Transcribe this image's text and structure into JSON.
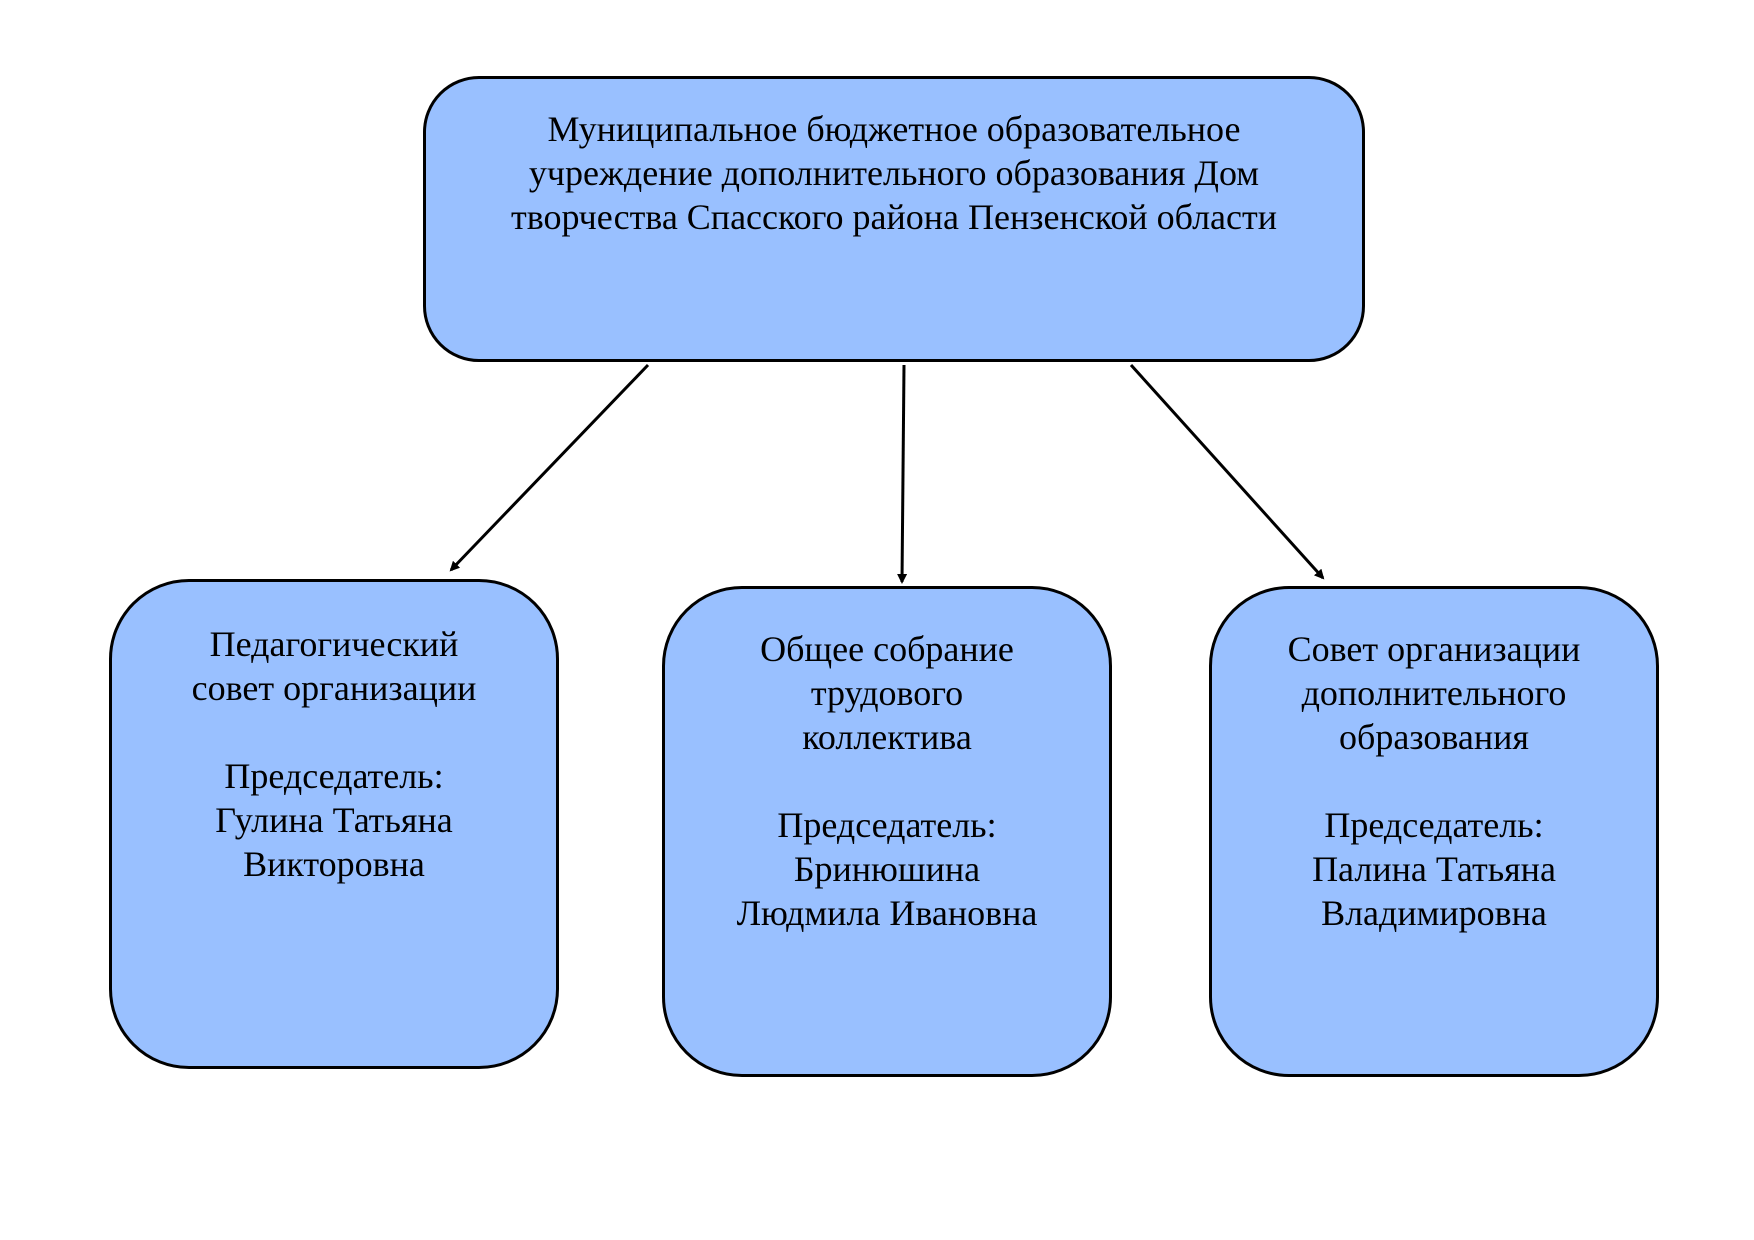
{
  "root": {
    "title": "Муниципальное бюджетное образовательное учреждение дополнительного образования Дом творчества Спасского района Пензенской области"
  },
  "children": [
    {
      "name_lines": [
        "Педагогический",
        "совет организации"
      ],
      "chair_label": "Председатель:",
      "chair_lines": [
        "Гулина Татьяна",
        "Викторовна"
      ]
    },
    {
      "name_lines": [
        "Общее собрание",
        "трудового",
        "коллектива"
      ],
      "chair_label": "Председатель:",
      "chair_lines": [
        "Бринюшина",
        "Людмила Ивановна"
      ]
    },
    {
      "name_lines": [
        "Совет организации",
        "дополнительного",
        "образования"
      ],
      "chair_label": "Председатель:",
      "chair_lines": [
        "Палина Татьяна",
        "Владимировна"
      ]
    }
  ],
  "colors": {
    "box_fill": "#99c0ff",
    "stroke": "#000000"
  }
}
